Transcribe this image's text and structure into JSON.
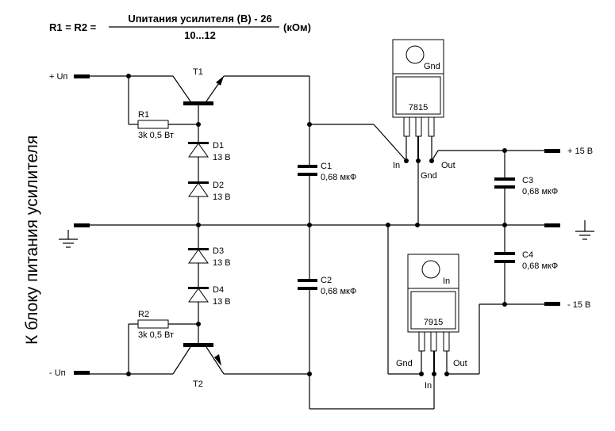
{
  "formula": {
    "lhs": "R1 = R2 =",
    "numerator": "Uпитания усилителя (В) - 26",
    "denominator": "10...12",
    "unit": "(кОм)"
  },
  "side_label": "К блоку питания усилителя",
  "terminals": {
    "plus_in": "+ Uп",
    "minus_in": "- Uп",
    "plus_out": "+ 15 В",
    "minus_out": "- 15 В"
  },
  "transistors": {
    "t1": "T1",
    "t2": "T2"
  },
  "resistors": {
    "r1": {
      "name": "R1",
      "value": "3k 0,5 Вт"
    },
    "r2": {
      "name": "R2",
      "value": "3k 0,5 Вт"
    }
  },
  "diodes": [
    {
      "name": "D1",
      "value": "13 В"
    },
    {
      "name": "D2",
      "value": "13 В"
    },
    {
      "name": "D3",
      "value": "13 В"
    },
    {
      "name": "D4",
      "value": "13 В"
    }
  ],
  "capacitors": [
    {
      "name": "C1",
      "value": "0,68 мкФ"
    },
    {
      "name": "C2",
      "value": "0,68 мкФ"
    },
    {
      "name": "C3",
      "value": "0,68 мкФ"
    },
    {
      "name": "C4",
      "value": "0,68 мкФ"
    }
  ],
  "regulators": {
    "pos": {
      "part": "7815",
      "tab": "Gnd",
      "pin_left": "In",
      "pin_mid": "Gnd",
      "pin_right": "Out"
    },
    "neg": {
      "part": "7915",
      "tab": "In",
      "pin_left": "Gnd",
      "pin_mid": "In",
      "pin_right": "Out"
    }
  }
}
